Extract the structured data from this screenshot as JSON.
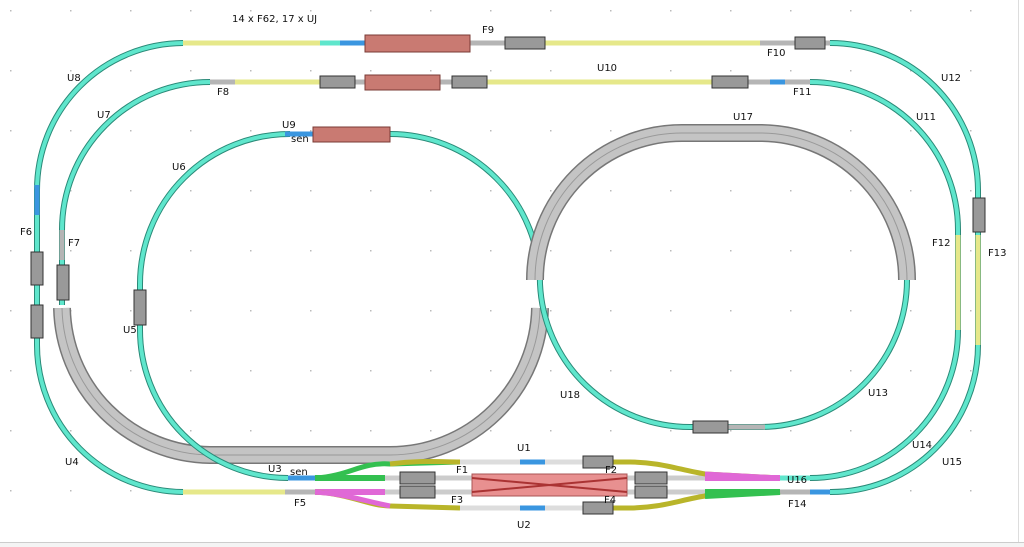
{
  "header": {
    "summary": "14 x F62, 17 x UJ"
  },
  "colors": {
    "turquoise": "#5fe6cc",
    "yellow": "#e6e88a",
    "gray": "#b5b5b5",
    "red": "#c97a72",
    "olive": "#b9b52a",
    "green": "#33c050",
    "magenta": "#e068d6",
    "blue": "#3a96e0"
  },
  "labels": {
    "U1": "U1",
    "U2": "U2",
    "U3": "U3",
    "U4": "U4",
    "U5": "U5",
    "U6": "U6",
    "U7": "U7",
    "U8": "U8",
    "U9": "U9",
    "U10": "U10",
    "U11": "U11",
    "U12": "U12",
    "U13": "U13",
    "U14": "U14",
    "U15": "U15",
    "U16": "U16",
    "U17": "U17",
    "U18": "U18",
    "F1": "F1",
    "F2": "F2",
    "F3": "F3",
    "F4": "F4",
    "F5": "F5",
    "F6": "F6",
    "F7": "F7",
    "F8": "F8",
    "F9": "F9",
    "F10": "F10",
    "F11": "F11",
    "F12": "F12",
    "F13": "F13",
    "F14": "F14",
    "sen1": "sen",
    "sen2": "sen"
  }
}
